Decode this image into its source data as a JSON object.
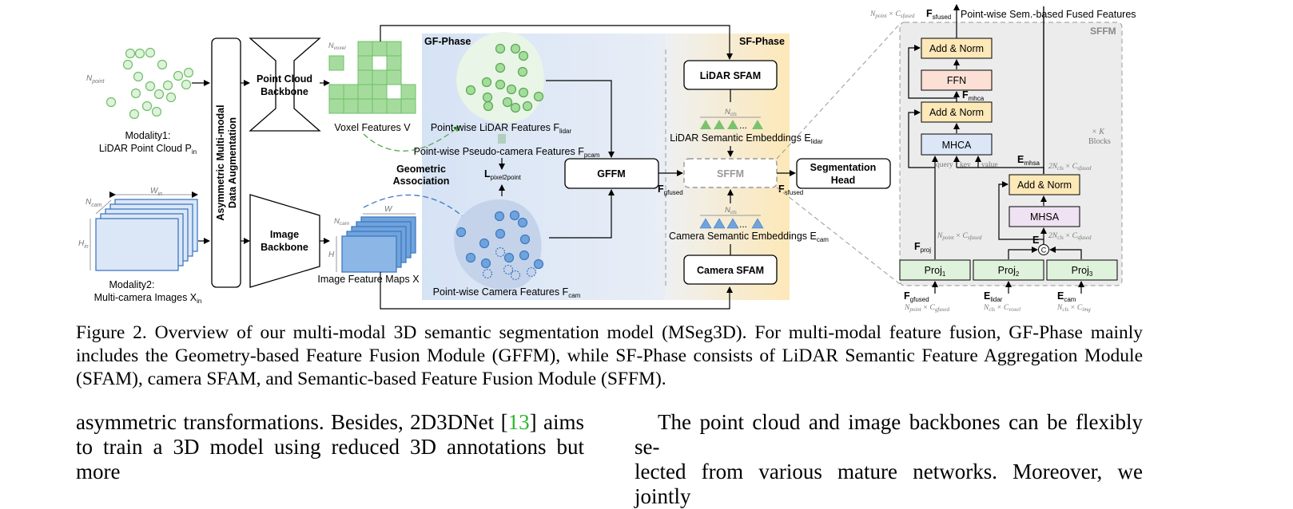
{
  "figure": {
    "left": {
      "n_point": "N",
      "n_point_sub": "point",
      "modality1_line1": "Modality1:",
      "modality1_line2": "LiDAR Point Cloud P",
      "modality1_sub": "in",
      "n_cam": "N",
      "n_cam_sub": "cam",
      "w_in": "W",
      "w_in_sub": "in",
      "h_in": "H",
      "h_in_sub": "in",
      "modality2_line1": "Modality2:",
      "modality2_line2": "Multi-camera Images X",
      "modality2_sub": "in",
      "augmentation_line1": "Asymmetric Multi-modal",
      "augmentation_line2": "Data Augmentation",
      "pc_backbone_line1": "Point Cloud",
      "pc_backbone_line2": "Backbone",
      "img_backbone_line1": "Image",
      "img_backbone_line2": "Backbone",
      "n_voxel": "N",
      "n_voxel_sub": "voxel",
      "voxel_features": "Voxel Features V",
      "ncam2": "N",
      "ncam2_sub": "cam",
      "w": "W",
      "h": "H",
      "image_feature_maps": "Image Feature Maps X",
      "geometric_line1": "Geometric",
      "geometric_line2": "Association"
    },
    "gf_phase": {
      "title": "GF-Phase",
      "lidar_features": "Point-wise LiDAR Features F",
      "lidar_features_sub": "lidar",
      "pseudo_features": "Point-wise Pseudo-camera Features F",
      "pseudo_features_sub": "pcam",
      "loss": "L",
      "loss_sub": "pixel2point",
      "gffm": "GFFM",
      "camera_features": "Point-wise Camera Features F",
      "camera_features_sub": "cam",
      "fgfused": "F",
      "fgfused_sub": "gfused"
    },
    "sf_phase": {
      "title": "SF-Phase",
      "lidar_sfam": "LiDAR SFAM",
      "ncls_top": "N",
      "ncls_top_sub": "cls",
      "lidar_embeddings": "LiDAR Semantic Embeddings E",
      "lidar_embeddings_sub": "lidar",
      "sffm": "SFFM",
      "ncls_bot": "N",
      "ncls_bot_sub": "cls",
      "camera_embeddings": "Camera Semantic Embeddings E",
      "camera_embeddings_sub": "cam",
      "camera_sfam": "Camera SFAM",
      "fsfused": "F",
      "fsfused_sub": "sfused",
      "seg_head_line1": "Segmentation",
      "seg_head_line2": "Head",
      "dots": "..."
    },
    "sffm_detail": {
      "title": "SFFM",
      "output_dims": "N",
      "output_dims_sub": "point",
      "output_dims_times": "× C",
      "output_dims_c_sub": "sfused",
      "output_f": "F",
      "output_f_sub": "sfused",
      "output_label": "Point-wise Sem.-based Fused Features",
      "add_norm_1": "Add & Norm",
      "ffn": "FFN",
      "fmhca": "F",
      "fmhca_sub": "mhca",
      "add_norm_2": "Add & Norm",
      "mhca": "MHCA",
      "query": "query",
      "key": "key",
      "value": "value",
      "emhsa": "E",
      "emhsa_sub": "mhsa",
      "emhsa_dims": "2N",
      "emhsa_dims_sub": "cls",
      "emhsa_dims_times": "× C",
      "emhsa_dims_c_sub": "sfused",
      "xk": "× K",
      "blocks": "Blocks",
      "add_norm_3": "Add & Norm",
      "mhsa": "MHSA",
      "fproj": "F",
      "fproj_sub": "proj",
      "fproj_dims": "N",
      "fproj_dims_sub": "point",
      "fproj_dims_times": "× C",
      "fproj_dims_c_sub": "sfused",
      "e": "E",
      "e_dims": "2N",
      "e_dims_sub": "cls",
      "e_dims_times": "× C",
      "e_dims_c_sub": "sfused",
      "concat": "C",
      "proj1": "Proj",
      "proj1_sub": "1",
      "proj2": "Proj",
      "proj2_sub": "2",
      "proj3": "Proj",
      "proj3_sub": "3",
      "in1": "F",
      "in1_sub": "gfused",
      "in1_dims": "N",
      "in1_dims_sub": "point",
      "in1_dims_times": "× C",
      "in1_dims_c_sub": "gfused",
      "in2": "E",
      "in2_sub": "lidar",
      "in2_dims": "N",
      "in2_dims_sub": "cls",
      "in2_dims_times": "× C",
      "in2_dims_c_sub": "voxel",
      "in3": "E",
      "in3_sub": "cam",
      "in3_dims": "N",
      "in3_dims_sub": "cls",
      "in3_dims_times": "× C",
      "in3_dims_c_sub": "img"
    }
  },
  "caption": "Figure 2.  Overview of our multi-modal 3D semantic segmentation model (MSeg3D). For multi-modal feature fusion, GF-Phase mainly includes the Geometry-based Feature Fusion Module (GFFM), while SF-Phase consists of LiDAR Semantic Feature Aggregation Module (SFAM), camera SFAM, and Semantic-based Feature Fusion Module (SFFM).",
  "body_left": {
    "before": "asymmetric transformations.  Besides, 2D3DNet [",
    "cite": "13",
    "after": "] aims",
    "line2": "to train a 3D model using reduced 3D annotations but more"
  },
  "body_right": {
    "line1": "The point cloud and image backbones can be flexibly se-",
    "line2": "lected from various mature networks. Moreover, we jointly"
  },
  "colors": {
    "lidar_green": "#8fd48a",
    "camera_blue": "#6fa3dc",
    "gf_bg": "#dde8f6",
    "sf_bg": "#fdecc5",
    "sffm_bg": "#ececec",
    "cite_green": "#2fb52f"
  }
}
